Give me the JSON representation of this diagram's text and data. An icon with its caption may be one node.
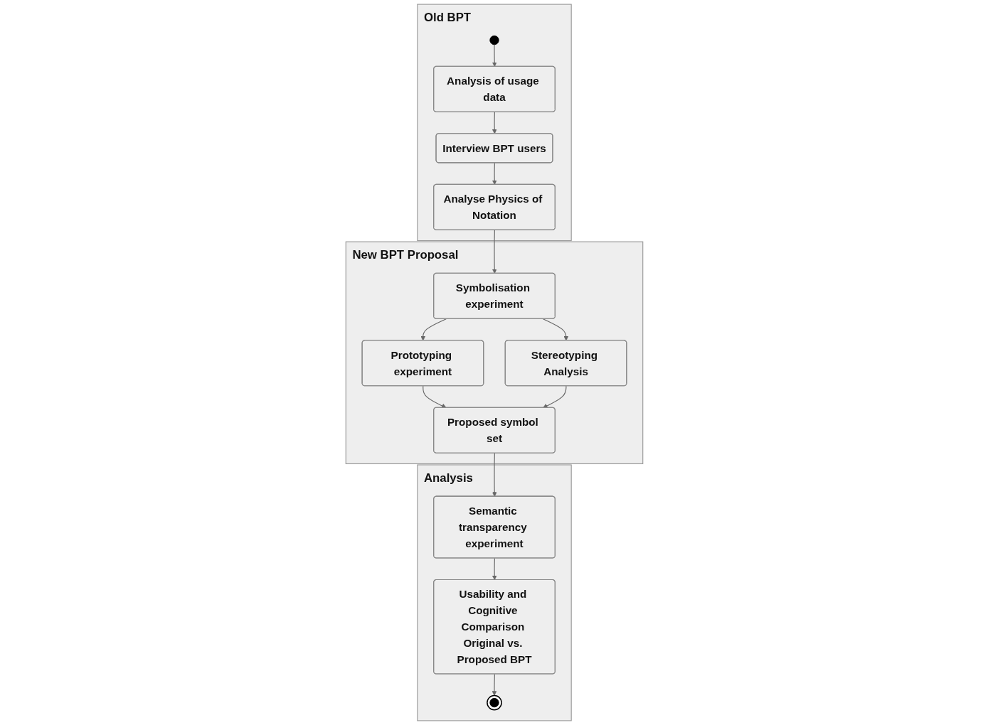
{
  "diagram": {
    "nodes": [
      {
        "text": [
          "Old BPT"
        ]
      },
      {
        "text": [],
        "shape": "circle",
        "in": 0
      },
      {
        "text": [
          "Analysis of usage data"
        ],
        "in": 0
      },
      {
        "text": [
          "Interview BPT users"
        ],
        "in": 0
      },
      {
        "text": [
          "Analyse Physics of Notation"
        ],
        "in": 0
      },
      {
        "text": [
          "New BPT Proposal"
        ]
      },
      {
        "text": [
          "Symbolisation experiment"
        ],
        "in": 5
      },
      {
        "text": [
          "Prototyping experiment"
        ],
        "in": 5
      },
      {
        "text": [
          "Stereotyping Analysis"
        ],
        "in": 5
      },
      {
        "text": [
          "Proposed symbol set"
        ],
        "in": 5
      },
      {
        "text": [
          "Analysis"
        ]
      },
      {
        "text": [
          "Semantic transparency experiment"
        ],
        "in": 10
      },
      {
        "text": [
          "Usability and Cognitive Comparison Original vs. Proposed BPT"
        ],
        "in": 10
      },
      {
        "text": [],
        "shape": "circle",
        "in": 10
      }
    ],
    "edges": [
      {
        "from": 1,
        "to": 2,
        "arrow": "to"
      },
      {
        "from": 2,
        "to": 3,
        "arrow": "to"
      },
      {
        "from": 3,
        "to": 4,
        "arrow": "to"
      },
      {
        "from": 4,
        "to": 6,
        "arrow": "to"
      },
      {
        "from": 6,
        "to": 7,
        "arrow": "to"
      },
      {
        "from": 6,
        "to": 8,
        "arrow": "to"
      },
      {
        "from": 7,
        "to": 9,
        "arrow": "to"
      },
      {
        "from": 8,
        "to": 9,
        "arrow": "to"
      },
      {
        "from": 9,
        "to": 11,
        "arrow": "to"
      },
      {
        "from": 11,
        "to": 12,
        "arrow": "to"
      },
      {
        "from": 12,
        "to": 13,
        "arrow": "to"
      }
    ]
  }
}
